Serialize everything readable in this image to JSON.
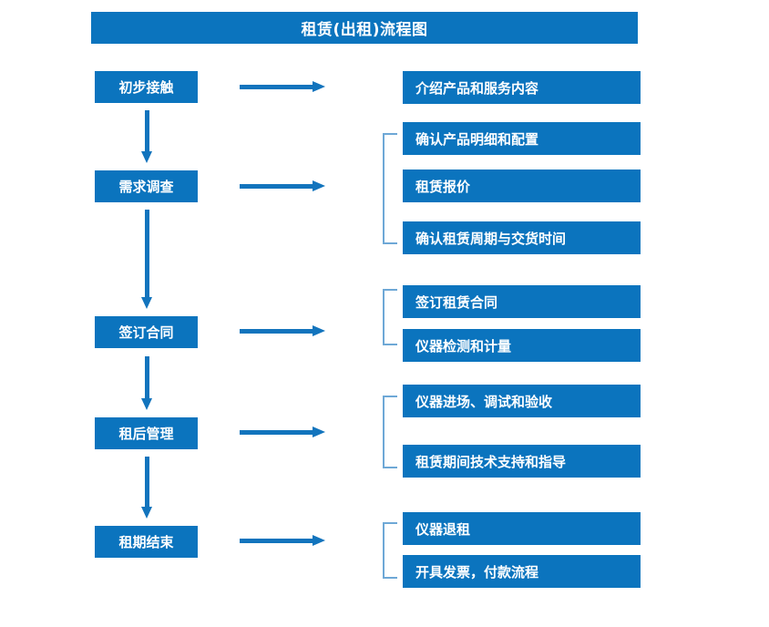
{
  "title": "租赁(出租)流程图",
  "accent_color": "#0b74be",
  "arrow_color": "#1274bd",
  "bracket_color": "#6ea8d6",
  "text_color": "#ffffff",
  "stages": [
    {
      "label": "初步接触"
    },
    {
      "label": "需求调查"
    },
    {
      "label": "签订合同"
    },
    {
      "label": "租后管理"
    },
    {
      "label": "租期结束"
    }
  ],
  "detail_groups": [
    {
      "stage": "初步接触",
      "bracketed": false,
      "items": [
        {
          "label": "介绍产品和服务内容"
        }
      ]
    },
    {
      "stage": "需求调查",
      "bracketed": true,
      "items": [
        {
          "label": "确认产品明细和配置"
        },
        {
          "label": "租赁报价"
        },
        {
          "label": "确认租赁周期与交货时间"
        }
      ]
    },
    {
      "stage": "签订合同",
      "bracketed": true,
      "items": [
        {
          "label": "签订租赁合同"
        },
        {
          "label": "仪器检测和计量"
        }
      ]
    },
    {
      "stage": "租后管理",
      "bracketed": true,
      "items": [
        {
          "label": "仪器进场、调试和验收"
        },
        {
          "label": "租赁期间技术支持和指导"
        }
      ]
    },
    {
      "stage": "租期结束",
      "bracketed": true,
      "items": [
        {
          "label": "仪器退租"
        },
        {
          "label": "开具发票，付款流程"
        }
      ]
    }
  ]
}
